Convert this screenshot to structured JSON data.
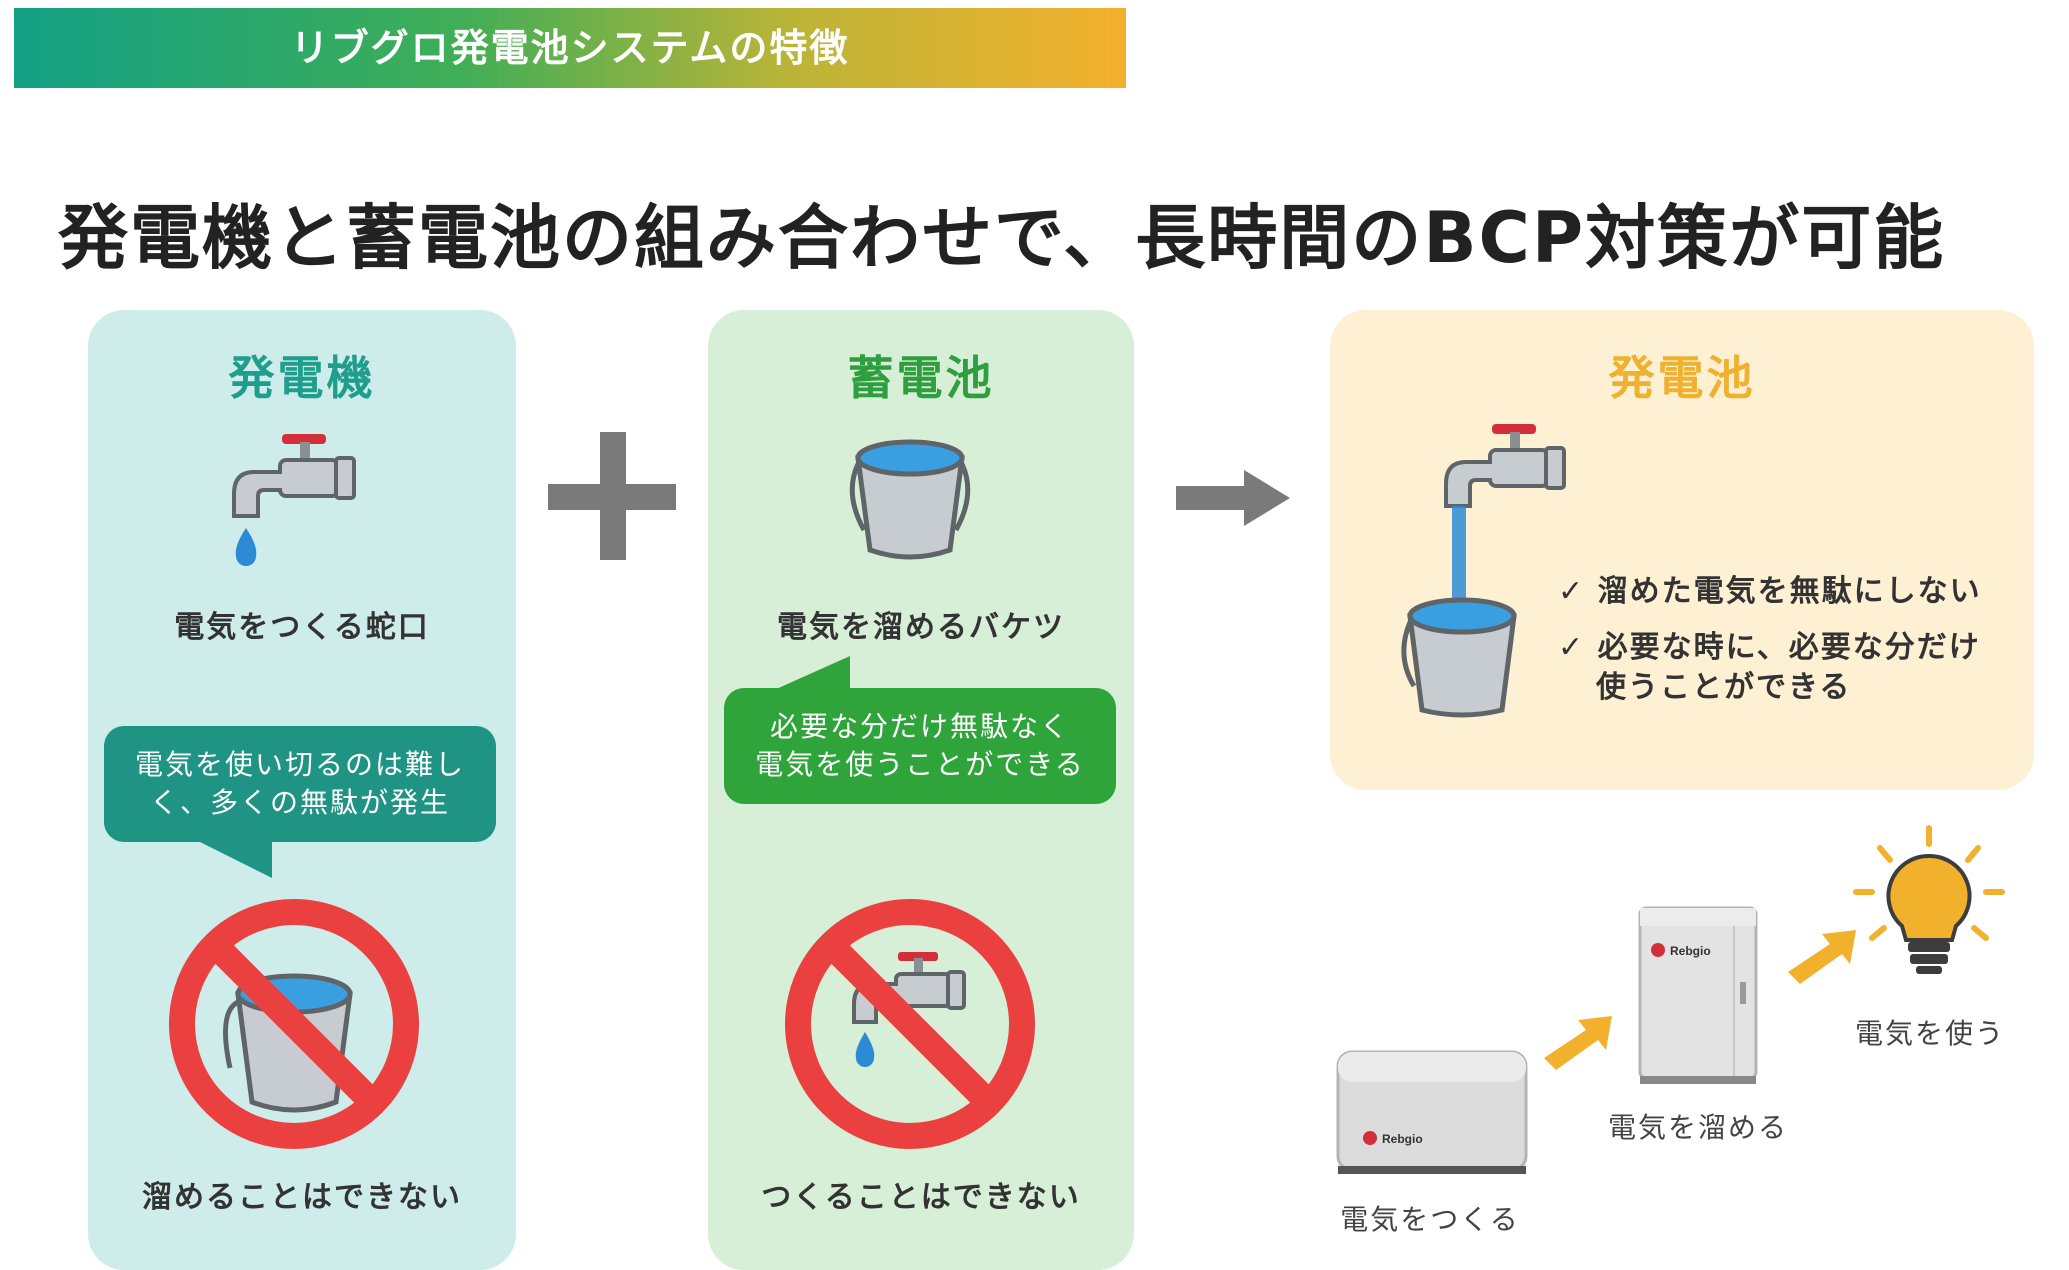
{
  "header": {
    "label": "リブグロ発電池システムの特徴"
  },
  "main_title": "発電機と蓄電池の組み合わせで、長時間のBCP対策が可能",
  "panels": {
    "generator": {
      "title": "発電機",
      "caption": "電気をつくる蛇口",
      "bubble": "電気を使い切るのは難しく、多くの無駄が発生",
      "bubble_line1": "電気を使い切るのは難し",
      "bubble_line2": "く、多くの無駄が発生",
      "bottom": "溜めることはできない"
    },
    "battery": {
      "title": "蓄電池",
      "caption": "電気を溜めるバケツ",
      "bubble_line1": "必要な分だけ無駄なく",
      "bubble_line2": "電気を使うことができる",
      "bottom": "つくることはできない"
    },
    "combined": {
      "title": "発電池",
      "checks": [
        "溜めた電気を無駄にしない",
        "必要な時に、必要な分だけ",
        "使うことができる"
      ]
    }
  },
  "flow": {
    "make": "電気をつくる",
    "store": "電気を溜める",
    "use": "電気を使う",
    "brand": "Rebgio"
  },
  "colors": {
    "generator_panel": "#cdecea",
    "battery_panel": "#d6efd6",
    "combined_panel": "#fdf0d3",
    "generator_title": "#1f9d8d",
    "battery_title": "#2f9e3e",
    "combined_title": "#f0b131",
    "generator_bubble": "#209484",
    "battery_bubble": "#2ea43b",
    "prohibit": "#ea4040",
    "operator_gray": "#7a7a7a",
    "flow_arrow": "#f2b12d"
  },
  "icons": [
    "faucet-icon",
    "bucket-icon",
    "prohibited-icon",
    "plus-icon",
    "right-arrow-icon",
    "light-bulb-icon",
    "generator-unit-icon",
    "battery-cabinet-icon"
  ]
}
